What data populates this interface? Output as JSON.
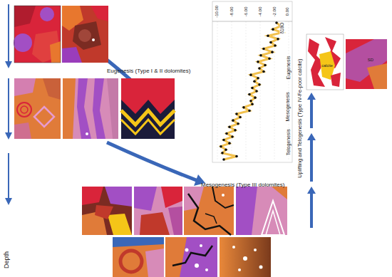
{
  "diagram": {
    "labels": [
      "Eugenesis (Type I & II dolomites)",
      "Mesogenesis (Type III dolomites)",
      "Uplifting and Telogenesis (Type IV-Fe-poor calcite)",
      "Depth",
      "δ18O",
      "-10.00",
      "-8.00",
      "-6.00",
      "-4.00",
      "-2.00",
      "0.00",
      "Eugenesis",
      "Mesogenesis",
      "Telogenesis",
      "calcite",
      "SD"
    ]
  }
}
